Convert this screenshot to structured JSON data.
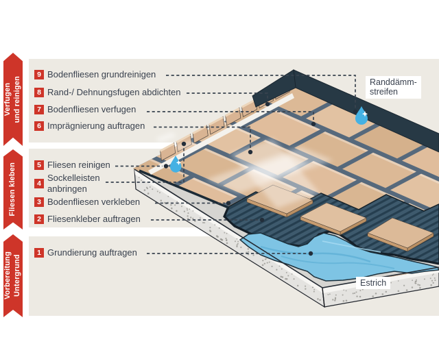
{
  "sections": [
    {
      "label": "Verfugen\nund reinigen"
    },
    {
      "label": "Fliesen kleben"
    },
    {
      "label": "Vorbereitung\nUntergrund"
    }
  ],
  "steps": [
    {
      "num": "9",
      "label": "Bodenfliesen grundreinigen"
    },
    {
      "num": "8",
      "label": "Rand-/ Dehnungsfugen abdichten"
    },
    {
      "num": "7",
      "label": "Bodenfliesen verfugen"
    },
    {
      "num": "6",
      "label": "Imprägnierung auftragen"
    },
    {
      "num": "5",
      "label": "Fliesen reinigen"
    },
    {
      "num": "4",
      "label": "Sockelleisten\nanbringen"
    },
    {
      "num": "3",
      "label": "Bodenfliesen verkleben"
    },
    {
      "num": "2",
      "label": "Fliesenkleber auftragen"
    },
    {
      "num": "1",
      "label": "Grundierung auftragen"
    }
  ],
  "annotations": {
    "edge_strip": "Randdämm-\nstreifen",
    "screed": "Estrich"
  },
  "icons": {
    "cleaning_symbol": "water-droplet-icon"
  },
  "colors": {
    "accent_red": "#CE3529",
    "panel_beige": "#EDEAE3",
    "text_dark": "#39414E",
    "tile_tan": "#DCB996",
    "grout_slate": "#56697C",
    "adhesive_navy": "#3E5A6D",
    "primer_blue": "#7EC4E4",
    "screed_gray": "#E4E3E0",
    "edge_band_navy": "#273945",
    "droplet_blue": "#45B1E3"
  }
}
